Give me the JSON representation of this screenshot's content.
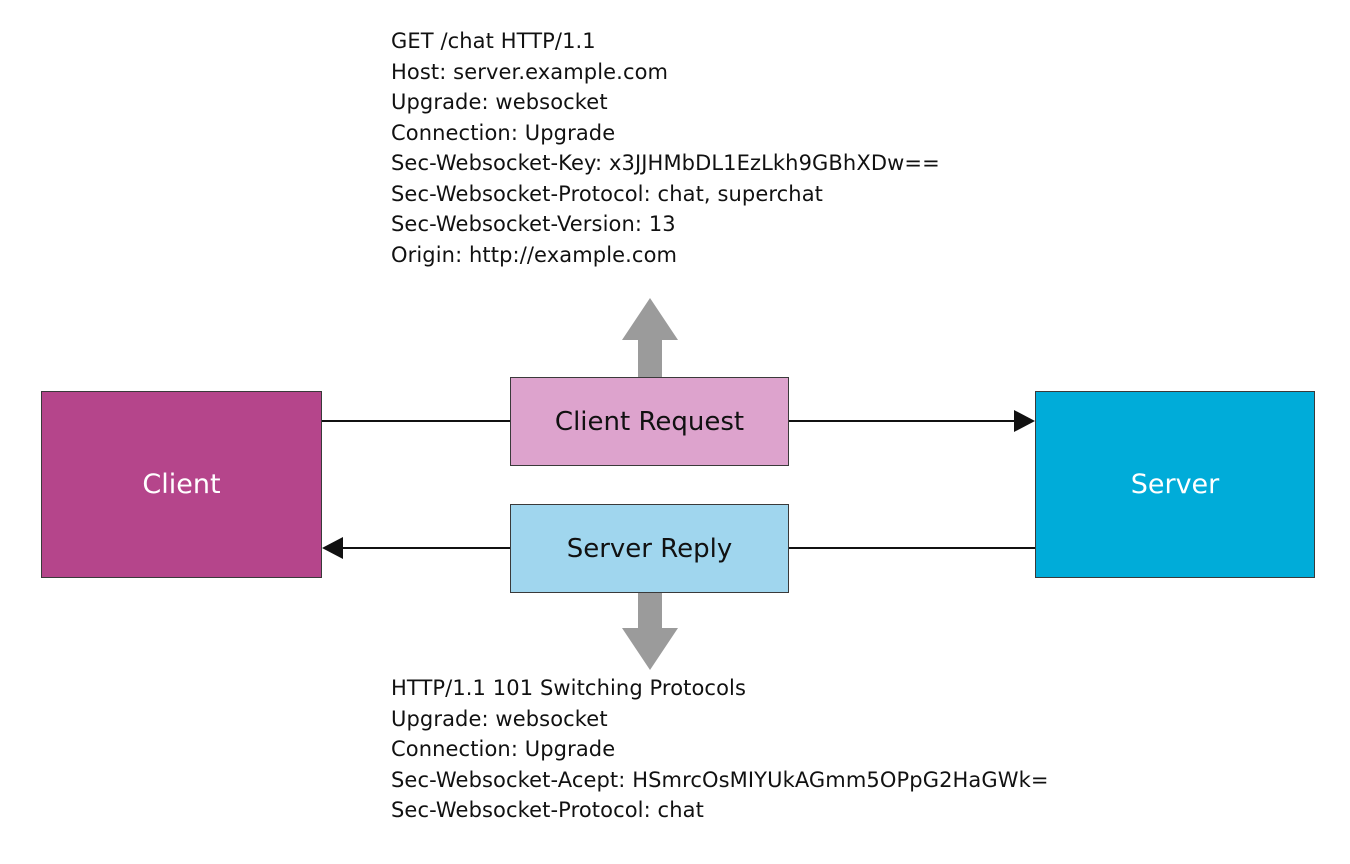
{
  "request_headers": [
    "GET /chat HTTP/1.1",
    "Host: server.example.com",
    "Upgrade: websocket",
    "Connection: Upgrade",
    "Sec-Websocket-Key: x3JJHMbDL1EzLkh9GBhXDw==",
    "Sec-Websocket-Protocol: chat, superchat",
    "Sec-Websocket-Version: 13",
    "Origin: http://example.com"
  ],
  "response_headers": [
    "HTTP/1.1 101 Switching Protocols",
    "Upgrade: websocket",
    "Connection: Upgrade",
    "Sec-Websocket-Acept: HSmrcOsMIYUkAGmm5OPpG2HaGWk=",
    "Sec-Websocket-Protocol: chat"
  ],
  "nodes": {
    "client": {
      "label": "Client",
      "color": "#b5458b"
    },
    "server": {
      "label": "Server",
      "color": "#00acd9"
    }
  },
  "messages": {
    "client_request": {
      "label": "Client Request",
      "color": "#dda3cd"
    },
    "server_reply": {
      "label": "Server Reply",
      "color": "#a0d6ee"
    }
  },
  "colors": {
    "line": "#111111",
    "arrow_fat": "#9b9b9b"
  }
}
